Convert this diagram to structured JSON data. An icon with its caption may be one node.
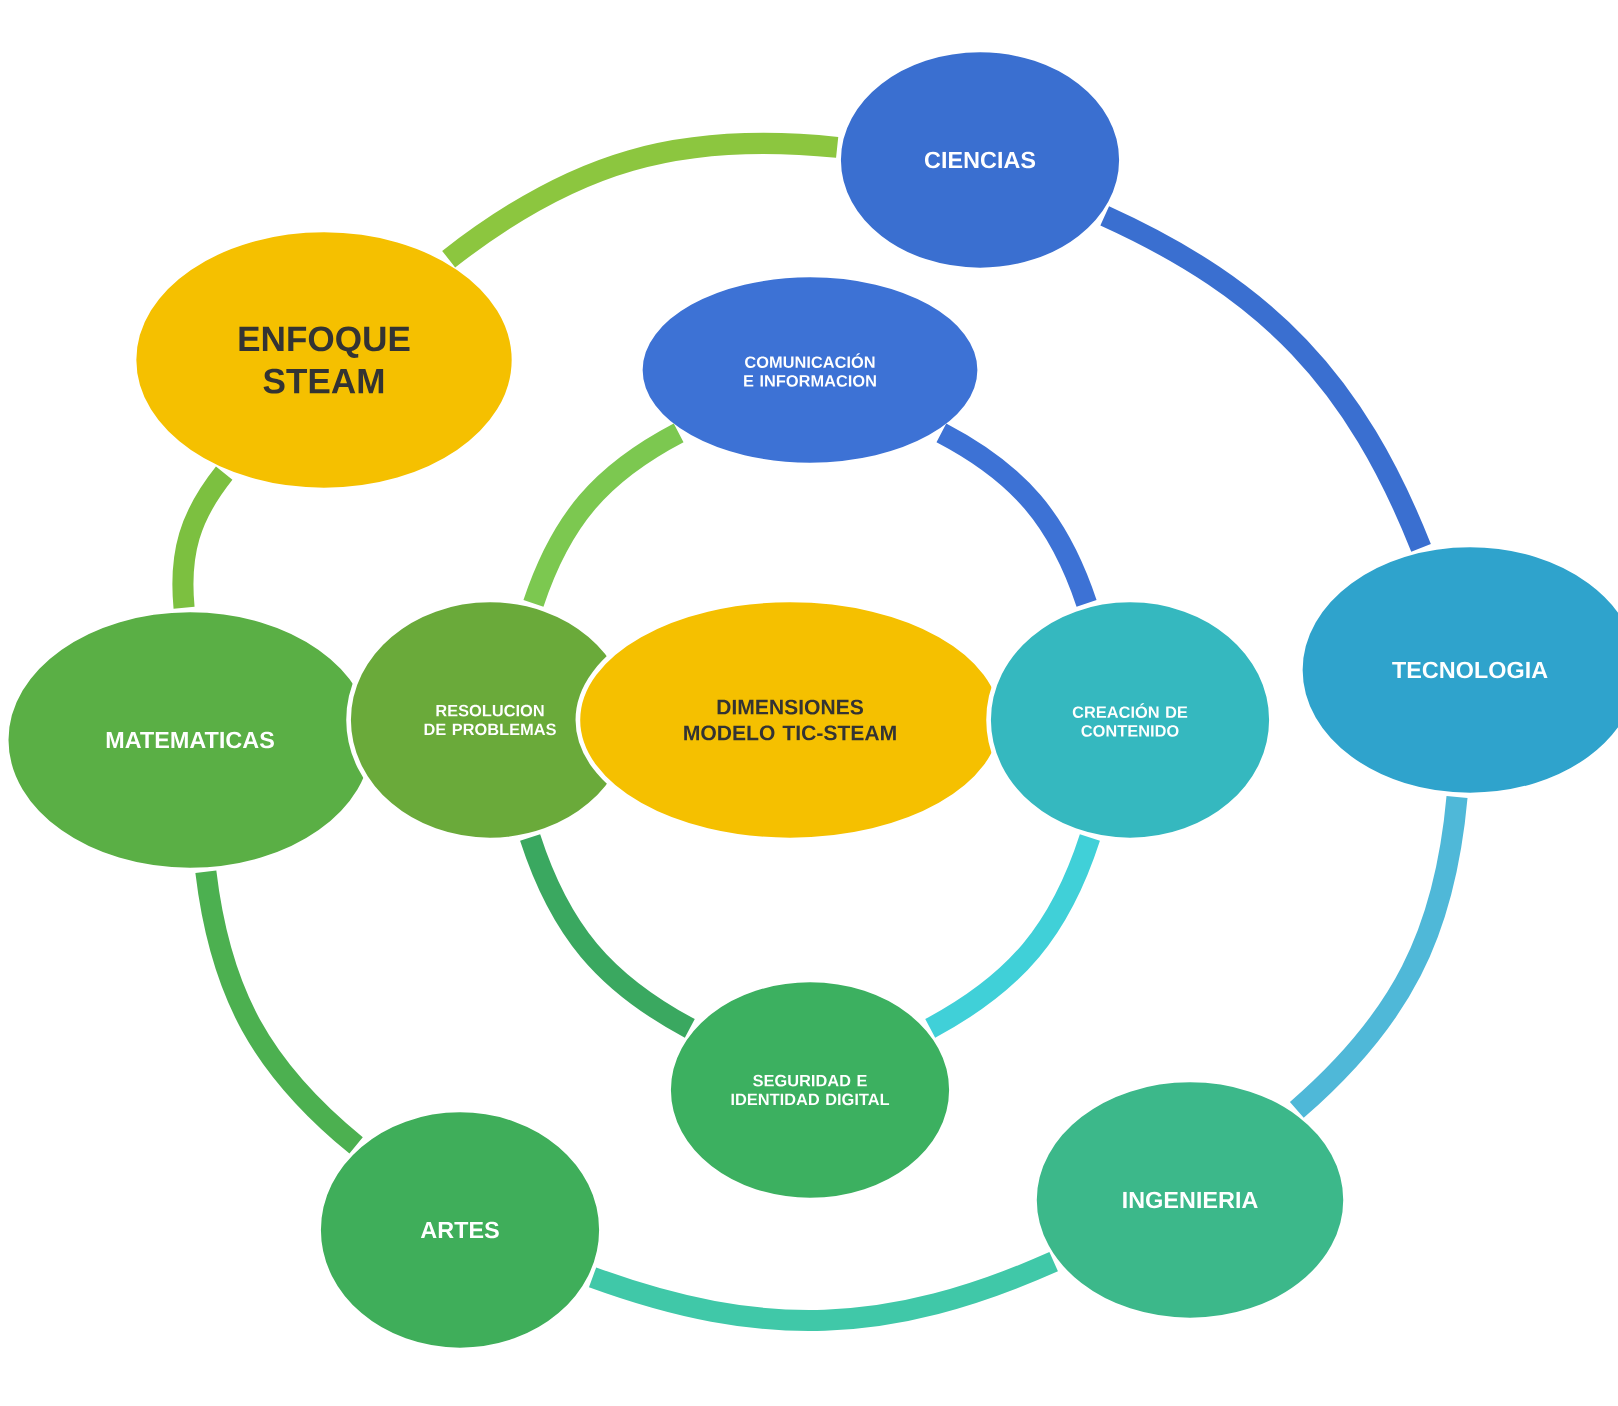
{
  "diagram": {
    "nodes": [
      {
        "text": [
          "ENFOQUE STEAM"
        ]
      },
      {
        "text": [
          "CIENCIAS"
        ]
      },
      {
        "text": [
          "TECNOLOGIA"
        ]
      },
      {
        "text": [
          "INGENIERIA"
        ]
      },
      {
        "text": [
          "ARTES"
        ]
      },
      {
        "text": [
          "MATEMATICAS"
        ]
      },
      {
        "text": [
          "COMUNICACIÓN E INFORMACION"
        ]
      },
      {
        "text": [
          "RESOLUCION DE PROBLEMAS"
        ]
      },
      {
        "text": [
          "DIMENSIONES MODELO TIC-STEAM"
        ]
      },
      {
        "text": [
          "CREACIÓN DE CONTENIDO"
        ]
      },
      {
        "text": [
          "SEGURIDAD E IDENTIDAD DIGITAL"
        ]
      }
    ],
    "edges": [
      {
        "from": 0,
        "to": 1,
        "arrow": "none",
        "color": "#8cc63f"
      },
      {
        "from": 1,
        "to": 2,
        "arrow": "none",
        "color": "#3a6fd0"
      },
      {
        "from": 2,
        "to": 3,
        "arrow": "none",
        "color": "#4fb8d8"
      },
      {
        "from": 3,
        "to": 4,
        "arrow": "none",
        "color": "#40c8a8"
      },
      {
        "from": 4,
        "to": 5,
        "arrow": "none",
        "color": "#4cb050"
      },
      {
        "from": 5,
        "to": 0,
        "arrow": "none",
        "color": "#7cc040"
      },
      {
        "from": 6,
        "to": 9,
        "arrow": "none",
        "color": "#3d72d5"
      },
      {
        "from": 9,
        "to": 10,
        "arrow": "none",
        "color": "#40d0d8"
      },
      {
        "from": 10,
        "to": 7,
        "arrow": "none",
        "color": "#3aa860"
      },
      {
        "from": 7,
        "to": 6,
        "arrow": "none",
        "color": "#7cc850"
      }
    ]
  }
}
